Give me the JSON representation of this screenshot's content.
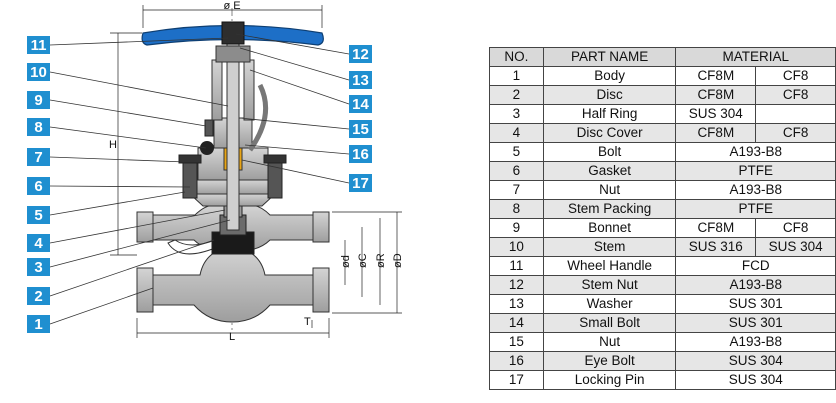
{
  "colors": {
    "callout": "#1f8fd0",
    "wheel": "#1d6fc7",
    "metal": "#b9b9b9",
    "spring": "#e8a516",
    "header_bg": "#d9d9d9",
    "row_alt": "#e6e6e6"
  },
  "dimensions": {
    "E": "ø E",
    "H": "H",
    "L": "L",
    "T": "T",
    "d": "ød",
    "C": "øC",
    "R": "øR",
    "D": "øD"
  },
  "callouts": {
    "c1": "1",
    "c2": "2",
    "c3": "3",
    "c4": "4",
    "c5": "5",
    "c6": "6",
    "c7": "7",
    "c8": "8",
    "c9": "9",
    "c10": "10",
    "c11": "11",
    "c12": "12",
    "c13": "13",
    "c14": "14",
    "c15": "15",
    "c16": "16",
    "c17": "17"
  },
  "table": {
    "headers": {
      "no": "NO.",
      "name": "PART NAME",
      "material": "MATERIAL"
    },
    "rows": [
      {
        "no": "1",
        "name": "Body",
        "m1": "CF8M",
        "m2": "CF8"
      },
      {
        "no": "2",
        "name": "Disc",
        "m1": "CF8M",
        "m2": "CF8"
      },
      {
        "no": "3",
        "name": "Half Ring",
        "m1": "SUS 304",
        "m2": ""
      },
      {
        "no": "4",
        "name": "Disc Cover",
        "m1": "CF8M",
        "m2": "CF8"
      },
      {
        "no": "5",
        "name": "Bolt",
        "m1": "A193-B8"
      },
      {
        "no": "6",
        "name": "Gasket",
        "m1": "PTFE"
      },
      {
        "no": "7",
        "name": "Nut",
        "m1": "A193-B8"
      },
      {
        "no": "8",
        "name": "Stem Packing",
        "m1": "PTFE"
      },
      {
        "no": "9",
        "name": "Bonnet",
        "m1": "CF8M",
        "m2": "CF8"
      },
      {
        "no": "10",
        "name": "Stem",
        "m1": "SUS 316",
        "m2": "SUS 304"
      },
      {
        "no": "11",
        "name": "Wheel Handle",
        "m1": "FCD"
      },
      {
        "no": "12",
        "name": "Stem Nut",
        "m1": "A193-B8"
      },
      {
        "no": "13",
        "name": "Washer",
        "m1": "SUS 301"
      },
      {
        "no": "14",
        "name": "Small Bolt",
        "m1": "SUS 301"
      },
      {
        "no": "15",
        "name": "Nut",
        "m1": "A193-B8"
      },
      {
        "no": "16",
        "name": "Eye Bolt",
        "m1": "SUS 304"
      },
      {
        "no": "17",
        "name": "Locking Pin",
        "m1": "SUS 304"
      }
    ]
  }
}
